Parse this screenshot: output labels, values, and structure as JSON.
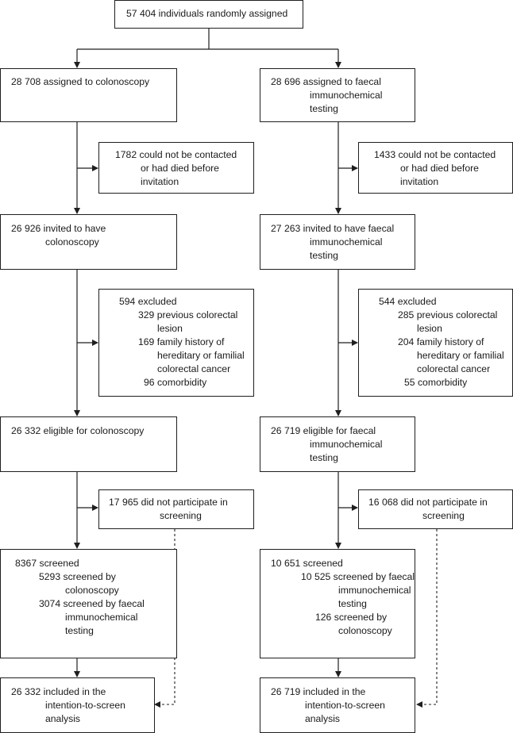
{
  "flowchart": {
    "root": {
      "lines": [
        "57 404 individuals randomly assigned"
      ]
    },
    "left": {
      "assigned": {
        "lines": [
          "28 708 assigned to colonoscopy"
        ]
      },
      "not_contacted": {
        "lines": [
          "1782 could not be contacted",
          "or had died before",
          "invitation"
        ]
      },
      "invited": {
        "lines": [
          "26 926 invited to have",
          "colonoscopy"
        ]
      },
      "excluded": {
        "lines": [
          "594 excluded",
          "329 previous colorectal",
          "lesion",
          "169 family history of",
          "hereditary or familial",
          "colorectal cancer",
          "96 comorbidity"
        ]
      },
      "eligible": {
        "lines": [
          "26 332 eligible for colonoscopy"
        ]
      },
      "did_not_participate": {
        "lines": [
          "17 965 did not participate in",
          "screening"
        ]
      },
      "screened": {
        "lines": [
          "8367 screened",
          "5293 screened by",
          "colonoscopy",
          "3074 screened by faecal",
          "immunochemical",
          "testing"
        ]
      },
      "included": {
        "lines": [
          "26 332 included in the",
          "intention-to-screen",
          "analysis"
        ]
      }
    },
    "right": {
      "assigned": {
        "lines": [
          "28 696 assigned to faecal",
          "immunochemical",
          "testing"
        ]
      },
      "not_contacted": {
        "lines": [
          "1433 could not be contacted",
          "or had died before",
          "invitation"
        ]
      },
      "invited": {
        "lines": [
          "27 263 invited to have faecal",
          "immunochemical",
          "testing"
        ]
      },
      "excluded": {
        "lines": [
          "544 excluded",
          "285 previous colorectal",
          "lesion",
          "204 family history of",
          "hereditary or familial",
          "colorectal cancer",
          "55 comorbidity"
        ]
      },
      "eligible": {
        "lines": [
          "26 719 eligible for faecal",
          "immunochemical",
          "testing"
        ]
      },
      "did_not_participate": {
        "lines": [
          "16 068 did not participate in",
          "screening"
        ]
      },
      "screened": {
        "lines": [
          "10 651 screened",
          "10 525 screened by faecal",
          "immunochemical",
          "testing",
          "126 screened by",
          "colonoscopy"
        ]
      },
      "included": {
        "lines": [
          "26 719 included in the",
          "intention-to-screen",
          "analysis"
        ]
      }
    }
  }
}
